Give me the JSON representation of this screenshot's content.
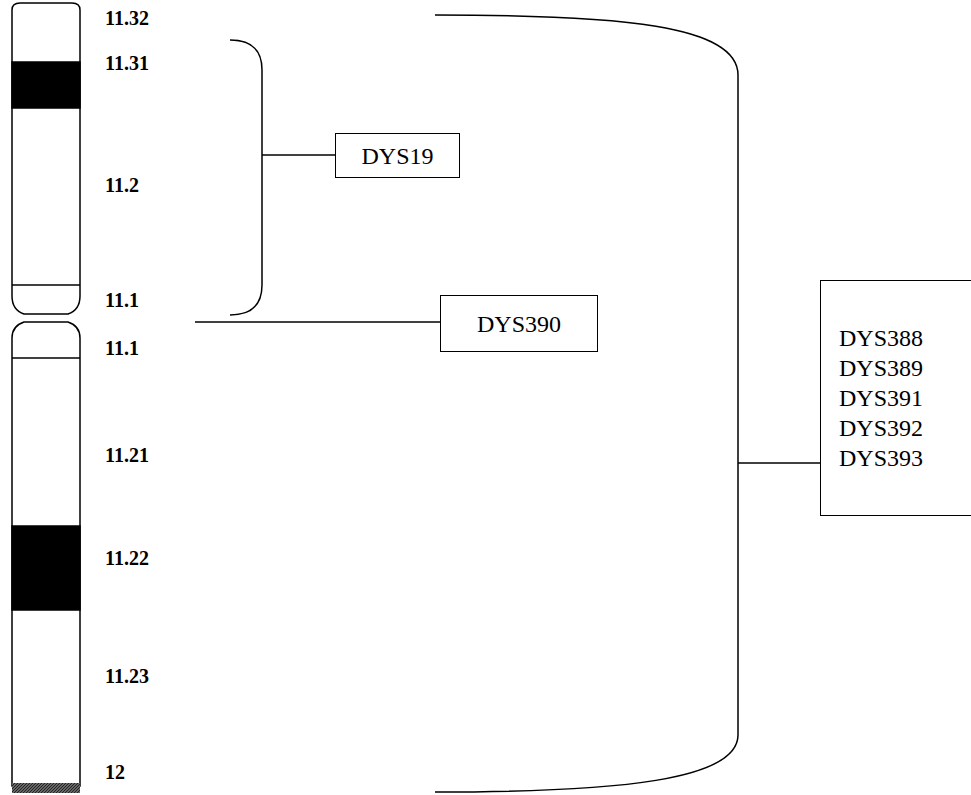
{
  "diagram": {
    "nodes": [
      {
        "text": [
          "DYS19"
        ]
      },
      {
        "text": [
          "DYS390"
        ]
      },
      {
        "text": [
          "DYS388",
          "DYS389",
          "DYS391",
          "DYS392",
          "DYS393"
        ]
      }
    ],
    "labels": [
      "11.32",
      "11.31",
      "11.2",
      "11.1",
      "11.1",
      "11.21",
      "11.22",
      "11.23",
      "12"
    ]
  }
}
